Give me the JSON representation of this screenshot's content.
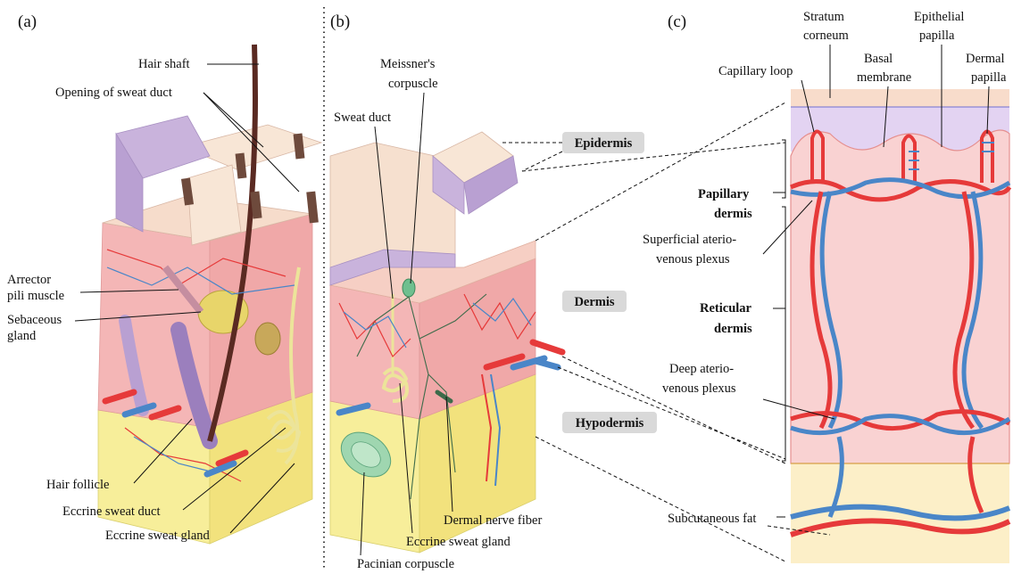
{
  "panels": {
    "a": "(a)",
    "b": "(b)",
    "c": "(c)"
  },
  "panel_a": {
    "hair_shaft": "Hair shaft",
    "opening_sweat_duct": "Opening of sweat duct",
    "arrector_line1": "Arrector",
    "arrector_line2": "pili muscle",
    "sebaceous_line1": "Sebaceous",
    "sebaceous_line2": "gland",
    "hair_follicle": "Hair follicle",
    "eccrine_sweat_duct": "Eccrine sweat duct",
    "eccrine_sweat_gland": "Eccrine sweat gland"
  },
  "panel_b": {
    "meissner_line1": "Meissner's",
    "meissner_line2": "corpuscle",
    "sweat_duct": "Sweat duct",
    "epidermis": "Epidermis",
    "dermis": "Dermis",
    "hypodermis": "Hypodermis",
    "dermal_nerve_fiber": "Dermal nerve fiber",
    "eccrine_sweat_gland": "Eccrine sweat gland",
    "pacinian": "Pacinian corpuscle"
  },
  "panel_c": {
    "stratum_line1": "Stratum",
    "stratum_line2": "corneum",
    "epithelial_line1": "Epithelial",
    "epithelial_line2": "papilla",
    "capillary_loop": "Capillary loop",
    "basal_line1": "Basal",
    "basal_line2": "membrane",
    "dermal_line1": "Dermal",
    "dermal_line2": "papilla",
    "papillary_line1": "Papillary",
    "papillary_line2": "dermis",
    "superficial_line1": "Superficial aterio-",
    "superficial_line2": "venous plexus",
    "reticular_line1": "Reticular",
    "reticular_line2": "dermis",
    "deep_line1": "Deep aterio-",
    "deep_line2": "venous plexus",
    "subcutaneous_fat": "Subcutaneous fat"
  },
  "colors": {
    "artery": "#e63a3a",
    "vein": "#4a86c8",
    "dermis": "#f4b6b6",
    "fat": "#f7ee9a",
    "epidermis": "#c9b3dc",
    "hair": "#5a2a22"
  }
}
